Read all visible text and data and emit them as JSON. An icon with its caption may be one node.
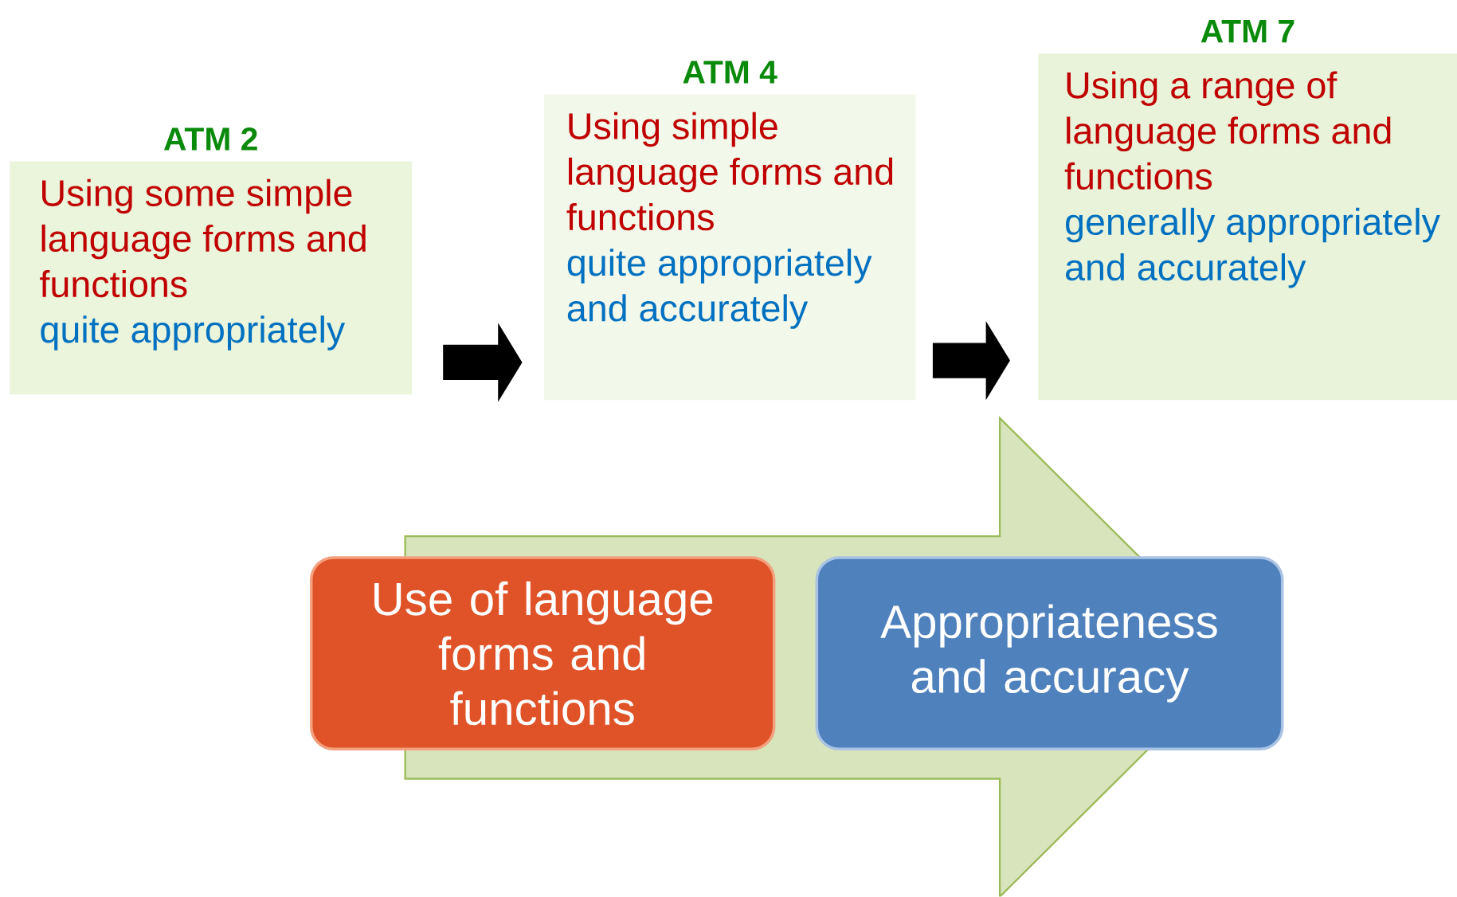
{
  "diagram": {
    "nodes": [
      {
        "text": [
          "ATM 2",
          "Using some simple language forms and functions",
          "quite appropriately"
        ]
      },
      {
        "text": [
          "ATM 4",
          "Using simple language forms and functions",
          "quite appropriately and accurately"
        ]
      },
      {
        "text": [
          "ATM 7",
          "Using a range of language forms and functions",
          "generally appropriately and accurately"
        ]
      },
      {
        "text": [
          "Use of language forms and functions"
        ]
      },
      {
        "text": [
          "Appropriateness and accuracy"
        ]
      }
    ],
    "edges": [
      {
        "from": 0,
        "to": 1,
        "arrow": "to"
      },
      {
        "from": 1,
        "to": 2,
        "arrow": "to"
      },
      {
        "from": 3,
        "to": 4,
        "arrow": "to"
      }
    ]
  }
}
